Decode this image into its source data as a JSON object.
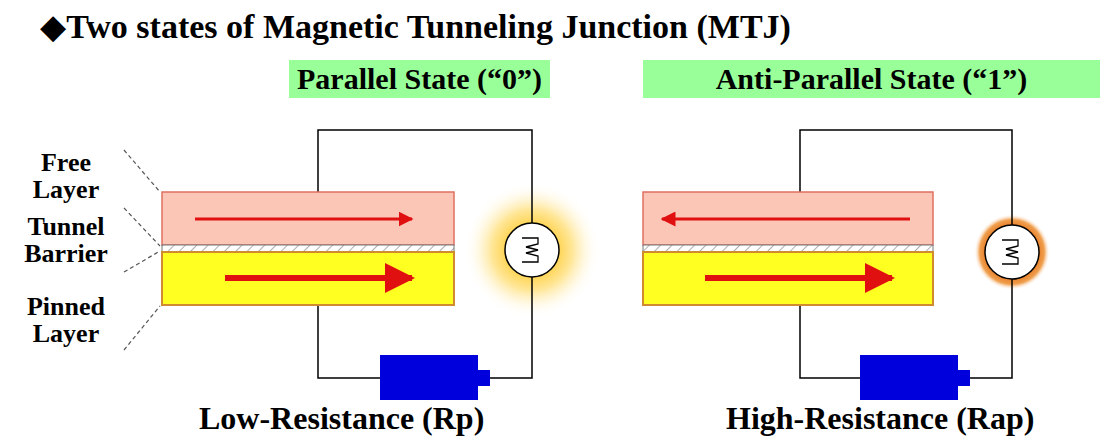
{
  "diagram": {
    "title": "◆Two states of Magnetic Tunneling Junction (MTJ)",
    "nodes": [
      {
        "text": [
          "Parallel State (“0”)"
        ]
      },
      {
        "text": [
          "Anti-Parallel State (“1”)"
        ]
      }
    ],
    "labels": [
      "Free Layer",
      "Tunnel Barrier",
      "Pinned Layer",
      "Low-Resistance (Rp)",
      "High-Resistance (Rap)"
    ]
  }
}
